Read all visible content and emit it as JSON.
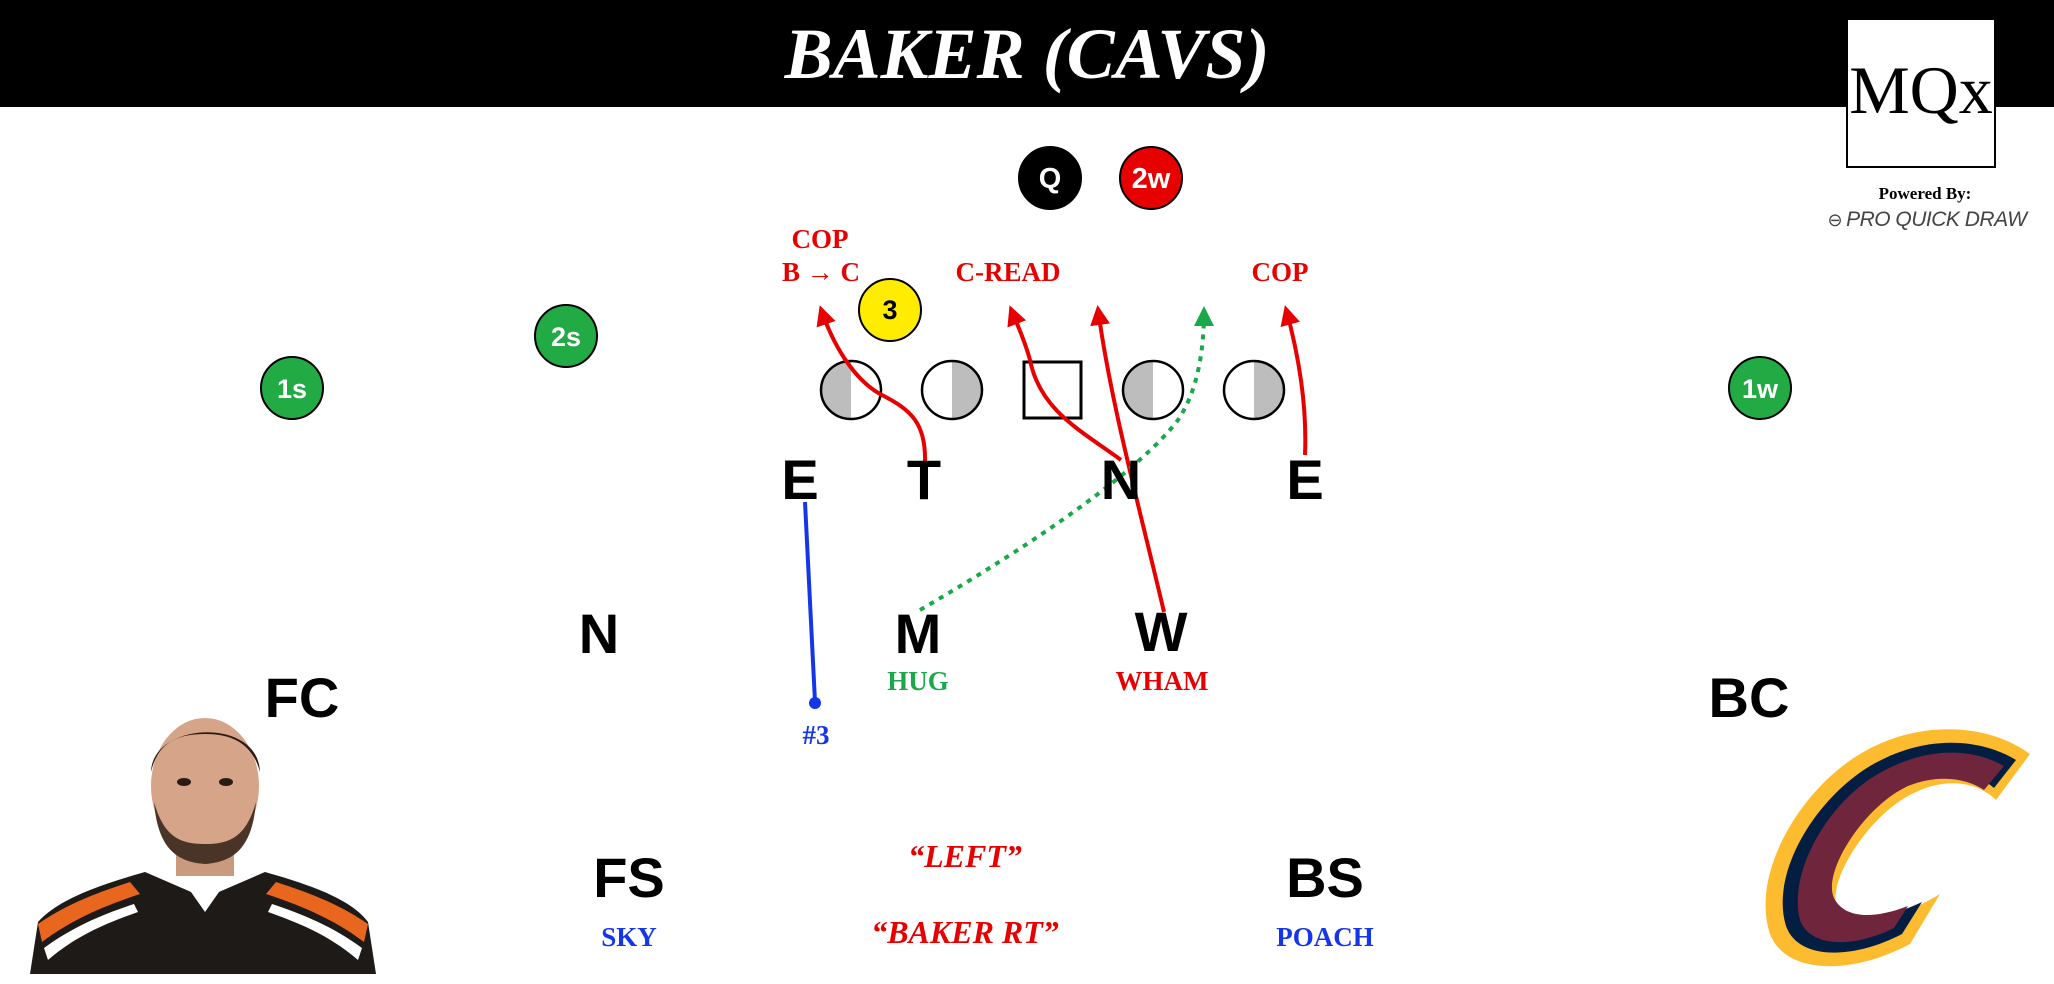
{
  "header": {
    "title": "BAKER (CAVS)"
  },
  "branding": {
    "logo_text": "MQx",
    "powered_label": "Powered By:",
    "sponsor": "PRO QUICK DRAW"
  },
  "offense": {
    "backs": [
      {
        "label": "Q",
        "color": "#000000"
      },
      {
        "label": "2w",
        "color": "#e60000"
      },
      {
        "label": "3",
        "color": "#ffec00"
      }
    ],
    "receivers": [
      {
        "label": "1s",
        "color": "#22aa44"
      },
      {
        "label": "2s",
        "color": "#22aa44"
      },
      {
        "label": "1w",
        "color": "#22aa44"
      }
    ]
  },
  "defense": {
    "line": [
      "E",
      "T",
      "N",
      "E"
    ],
    "linebackers": [
      "N",
      "M",
      "W"
    ],
    "corners": [
      "FC",
      "BC"
    ],
    "safeties": [
      "FS",
      "BS"
    ]
  },
  "assignments": {
    "cop_left": "COP",
    "cop_left_sub": "B → C",
    "c_read": "C-READ",
    "cop_right": "COP",
    "hug": "HUG",
    "wham": "WHAM",
    "end_read": "#3",
    "sky": "SKY",
    "poach": "POACH"
  },
  "calls": {
    "line_call": "“LEFT”",
    "coverage_call": "“BAKER RT”"
  },
  "colors": {
    "red": "#e60000",
    "green": "#1aa84a",
    "blue": "#1536e8",
    "yellow": "#ffec00"
  },
  "icons": [
    "player-photo",
    "team-c-logo",
    "arrow-icon"
  ]
}
